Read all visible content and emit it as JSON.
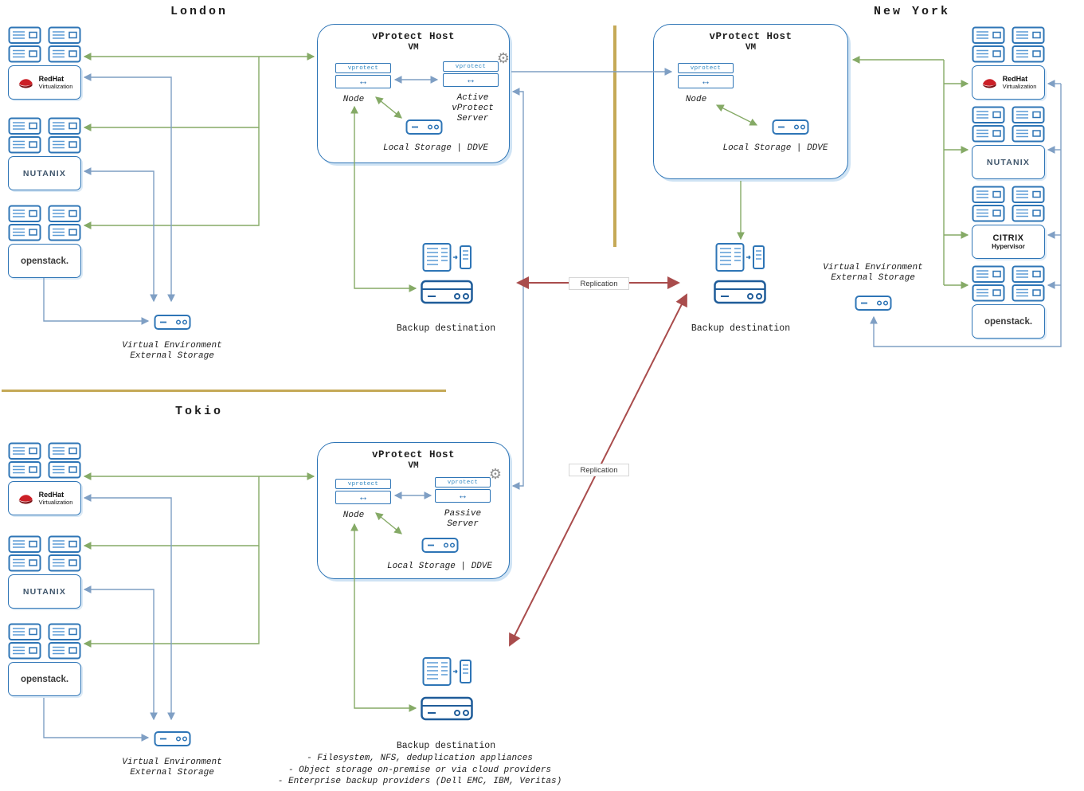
{
  "sites": {
    "london": "London",
    "new_york": "New York",
    "tokio": "Tokio"
  },
  "host": {
    "title": "vProtect Host",
    "vm": "VM",
    "component": "vprotect",
    "node_label": "Node",
    "active_server_label": "Active\nvProtect\nServer",
    "passive_server_label": "Passive\nServer",
    "local_storage_label": "Local Storage | DDVE"
  },
  "icons": {
    "gear": "⚙",
    "transfer": "↔"
  },
  "labels": {
    "backup_destination": "Backup destination",
    "external_storage": "Virtual Environment\nExternal Storage",
    "replication": "Replication"
  },
  "backup_notes": [
    "- Filesystem, NFS, deduplication appliances",
    "- Object storage on-premise or via cloud providers",
    "- Enterprise backup providers (Dell EMC, IBM, Veritas)"
  ],
  "brands": {
    "redhat": "RedHat",
    "redhat_sub": "Virtualization",
    "nutanix": "NUTANIX",
    "citrix": "CITRIX",
    "citrix_sub": "Hypervisor",
    "openstack": "openstack."
  },
  "colors": {
    "outline_blue": "#2e75b6",
    "arrow_green": "#85aa66",
    "arrow_blue": "#7f9fc4",
    "replication_red": "#a94c4c",
    "divider_gold": "#c5a957"
  }
}
